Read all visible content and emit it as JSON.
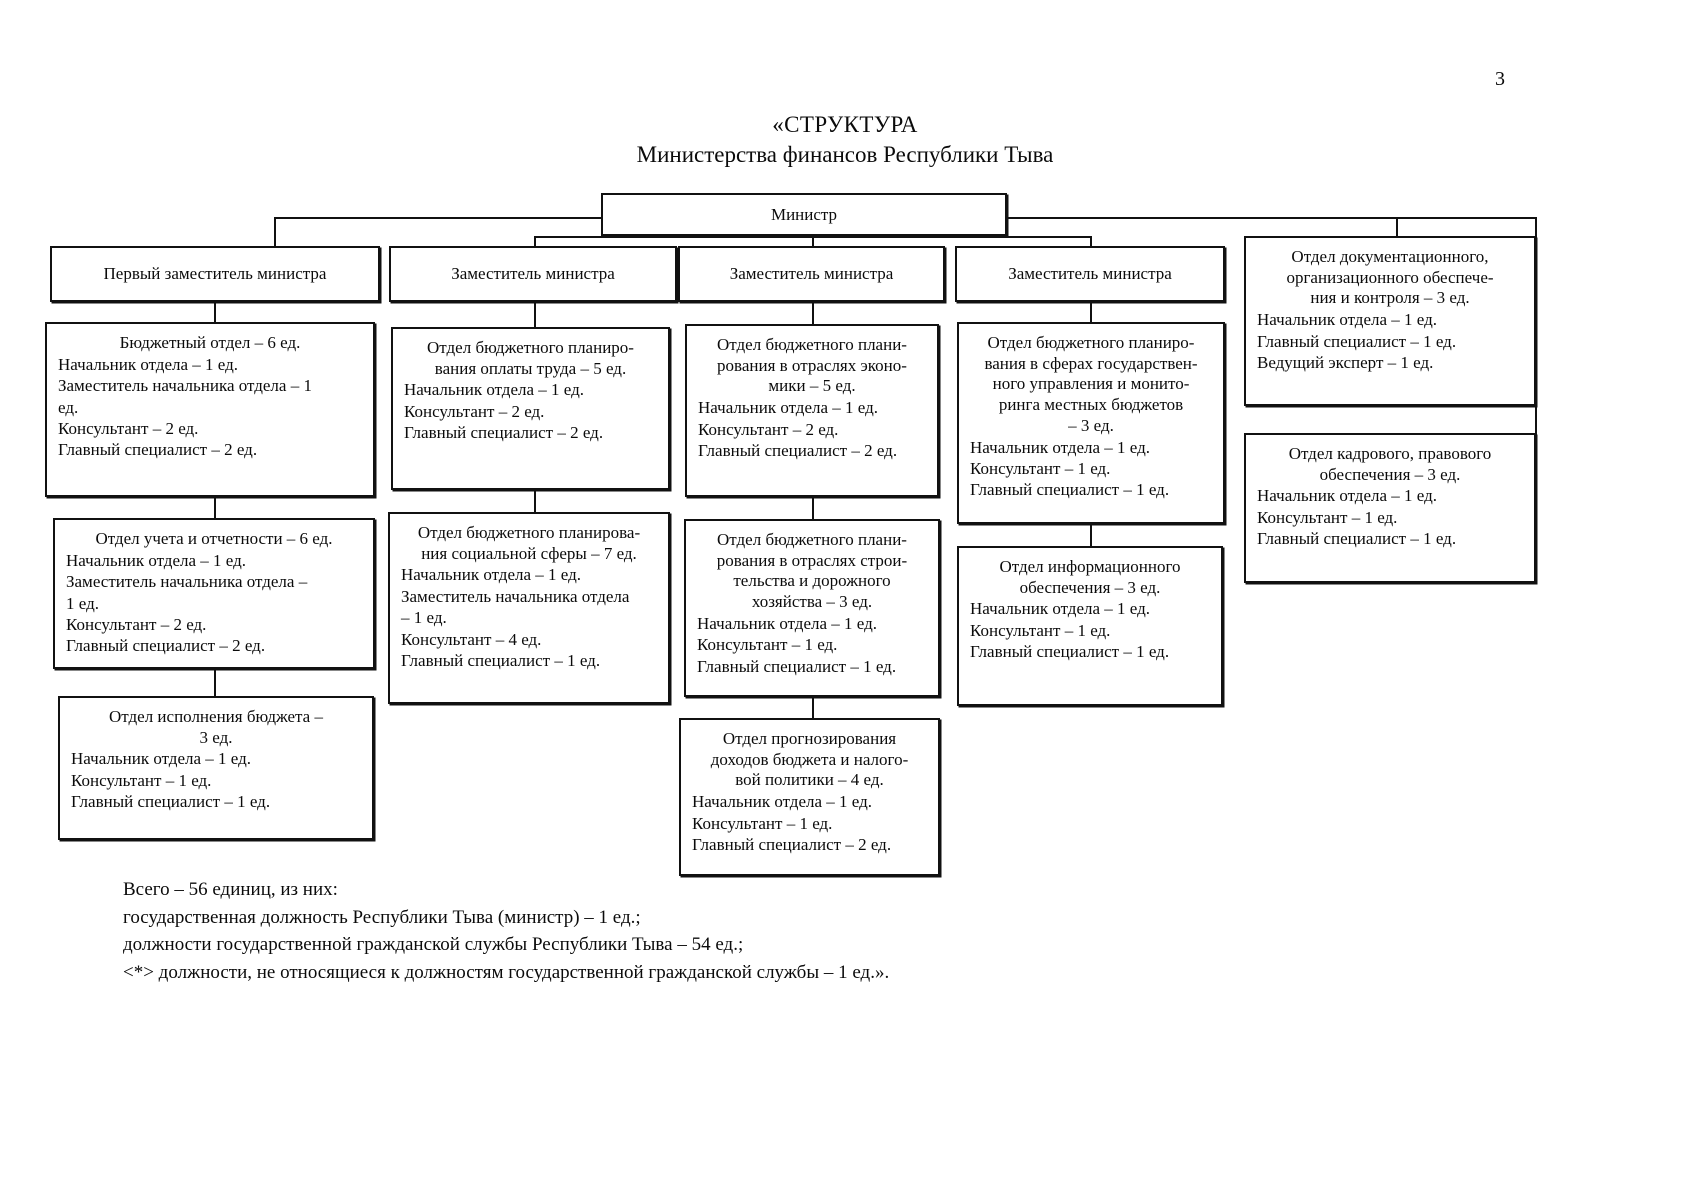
{
  "page": {
    "number": "3"
  },
  "title": {
    "line1": "«СТРУКТУРА",
    "line2": "Министерства финансов Республики Тыва"
  },
  "chart_data": {
    "type": "diagram",
    "title": "«СТРУКТУРА Министерства финансов Республики Тыва"
  },
  "root": {
    "label": "Министр"
  },
  "columns": [
    {
      "head": {
        "label": "Первый заместитель министра"
      },
      "units": [
        {
          "header": "Бюджетный отдел – 6 ед.",
          "lines": [
            "Начальник отдела – 1 ед.",
            "Заместитель начальника отдела – 1",
            "ед.",
            "Консультант – 2 ед.",
            "Главный специалист – 2 ед."
          ]
        },
        {
          "header": "Отдел учета и отчетности – 6 ед.",
          "lines": [
            "Начальник отдела – 1 ед.",
            "Заместитель  начальника отдела –",
            "1 ед.",
            "Консультант – 2 ед.",
            "Главный специалист – 2 ед."
          ]
        },
        {
          "header": "Отдел исполнения бюджета –\n3 ед.",
          "lines": [
            "Начальник отдела – 1 ед.",
            "Консультант – 1 ед.",
            "Главный специалист – 1 ед."
          ]
        }
      ]
    },
    {
      "head": {
        "label": "Заместитель министра"
      },
      "units": [
        {
          "header": "Отдел бюджетного планиро-\nвания оплаты труда – 5 ед.",
          "lines": [
            "Начальник отдела – 1 ед.",
            "Консультант – 2 ед.",
            "Главный специалист – 2 ед."
          ]
        },
        {
          "header": "Отдел бюджетного планирова-\nния социальной сферы – 7 ед.",
          "lines": [
            "Начальник отдела – 1 ед.",
            "Заместитель начальника отдела",
            "– 1 ед.",
            "Консультант – 4 ед.",
            "Главный специалист – 1 ед."
          ]
        }
      ]
    },
    {
      "head": {
        "label": "Заместитель министра"
      },
      "units": [
        {
          "header": "Отдел бюджетного плани-\nрования в отраслях эконо-\nмики – 5 ед.",
          "lines": [
            "Начальник отдела – 1 ед.",
            "Консультант – 2 ед.",
            "Главный специалист – 2 ед."
          ]
        },
        {
          "header": "Отдел бюджетного плани-\nрования в отраслях строи-\nтельства и дорожного\nхозяйства – 3 ед.",
          "lines": [
            "Начальник отдела – 1 ед.",
            "Консультант – 1 ед.",
            "Главный специалист – 1 ед."
          ]
        },
        {
          "header": "Отдел прогнозирования\nдоходов бюджета и налого-\nвой политики – 4 ед.",
          "lines": [
            "Начальник отдела – 1 ед.",
            "Консультант – 1 ед.",
            "Главный специалист – 2 ед."
          ]
        }
      ]
    },
    {
      "head": {
        "label": "Заместитель министра"
      },
      "units": [
        {
          "header": "Отдел бюджетного планиро-\nвания в сферах государствен-\nного управления и монито-\nринга местных бюджетов\n– 3 ед.",
          "lines": [
            "Начальник отдела – 1 ед.",
            "Консультант – 1 ед.",
            "Главный специалист – 1 ед."
          ]
        },
        {
          "header": "Отдел информационного\nобеспечения – 3 ед.",
          "lines": [
            "Начальник отдела – 1 ед.",
            "Консультант – 1 ед.",
            "Главный специалист – 1 ед."
          ]
        }
      ]
    },
    {
      "head": null,
      "units": [
        {
          "header": "Отдел документационного,\nорганизационного обеспече-\nния и контроля – 3 ед.",
          "lines": [
            "Начальник отдела – 1 ед.",
            "Главный специалист – 1 ед.",
            "Ведущий эксперт – 1 ед."
          ]
        },
        {
          "header": "Отдел кадрового, правового\nобеспечения – 3 ед.",
          "lines": [
            "Начальник отдела – 1 ед.",
            "Консультант – 1 ед.",
            "Главный специалист – 1 ед."
          ]
        }
      ]
    }
  ],
  "footer": {
    "line1": "Всего – 56 единиц, из них:",
    "line2": "государственная должность Республики Тыва (министр) – 1 ед.;",
    "line3": "должности государственной гражданской службы Республики Тыва – 54 ед.;",
    "line4": "<*> должности, не относящиеся к должностям государственной гражданской службы – 1 ед.»."
  }
}
